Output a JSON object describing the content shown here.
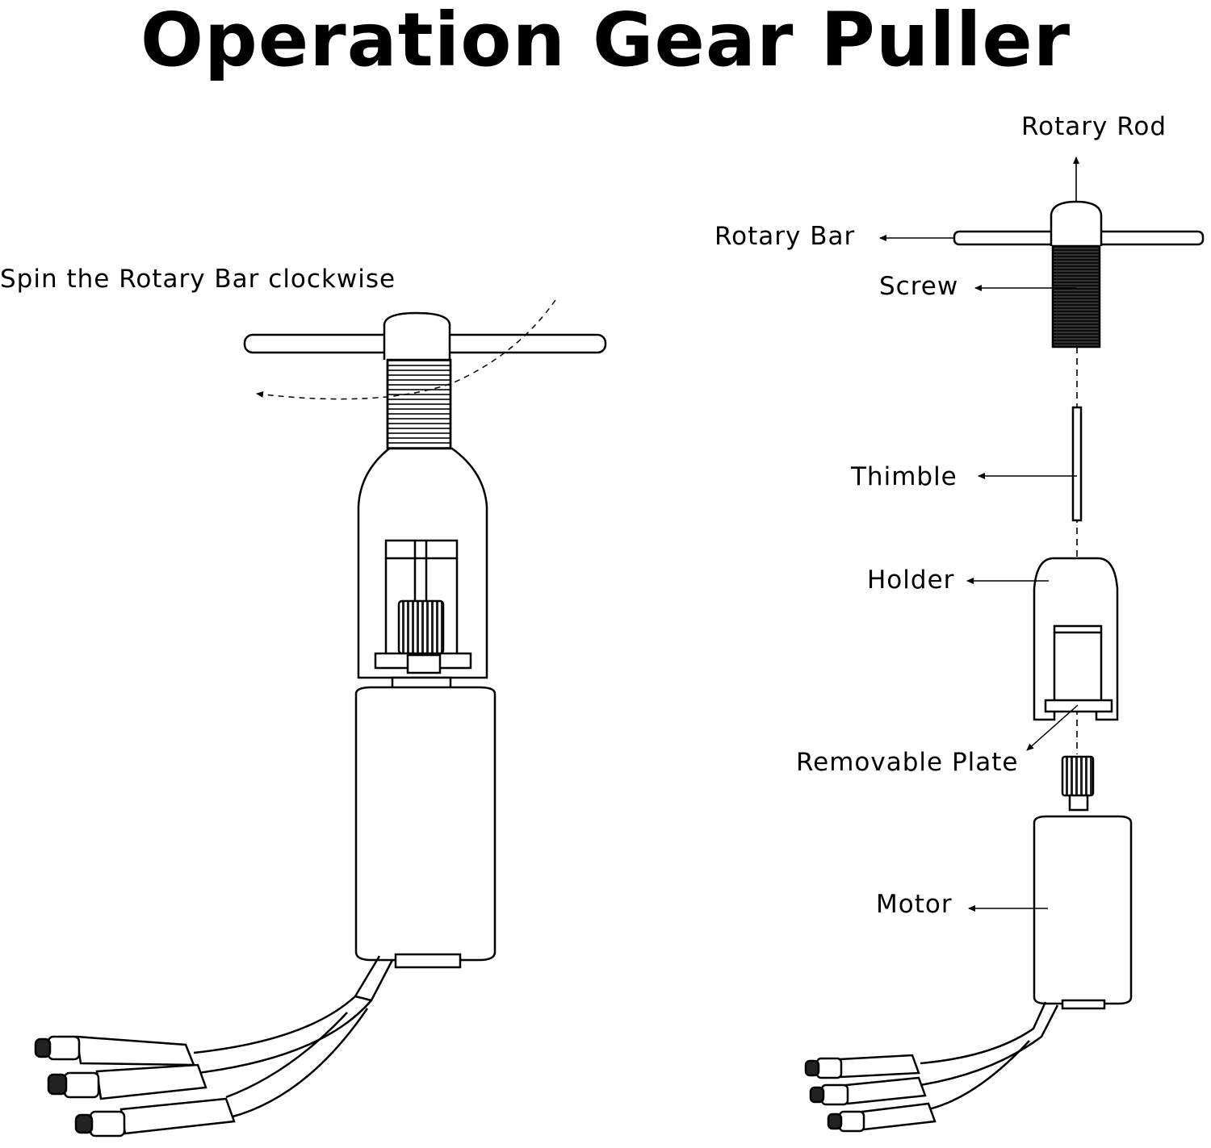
{
  "title": "Operation Gear Puller",
  "instruction": "Spin the Rotary Bar clockwise",
  "parts": {
    "rotary_rod": "Rotary Rod",
    "rotary_bar": "Rotary Bar",
    "screw": "Screw",
    "thimble": "Thimble",
    "holder": "Holder",
    "removable_plate": "Removable Plate",
    "motor": "Motor"
  },
  "colors": {
    "line": "#000000",
    "background": "#ffffff"
  }
}
